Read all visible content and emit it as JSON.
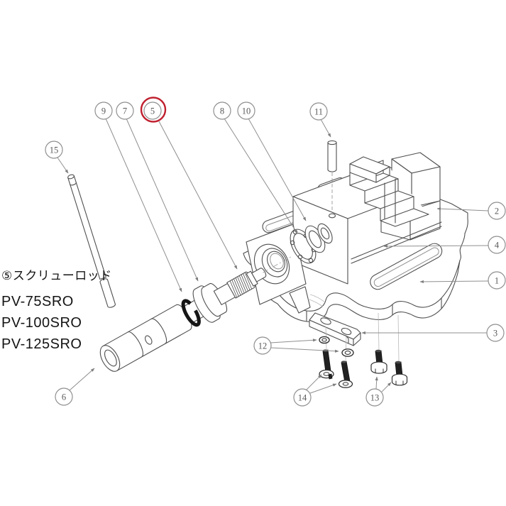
{
  "figure": {
    "name": "machine-vise-exploded-parts-diagram"
  },
  "legend": {
    "title": "⑤スクリューロッド",
    "models": [
      "PV-75SRO",
      "PV-100SRO",
      "PV-125SRO"
    ]
  },
  "callouts": [
    {
      "label": "1"
    },
    {
      "label": "2"
    },
    {
      "label": "3"
    },
    {
      "label": "4"
    },
    {
      "label": "5",
      "highlighted": true
    },
    {
      "label": "6"
    },
    {
      "label": "7"
    },
    {
      "label": "8"
    },
    {
      "label": "9"
    },
    {
      "label": "10"
    },
    {
      "label": "11"
    },
    {
      "label": "12"
    },
    {
      "label": "13"
    },
    {
      "label": "14"
    },
    {
      "label": "15"
    }
  ],
  "colors": {
    "highlight": "#c0202f",
    "line": "#4f4f4f",
    "leader": "#8f8f8f",
    "dark_part": "#212121",
    "background": "#ffffff"
  }
}
